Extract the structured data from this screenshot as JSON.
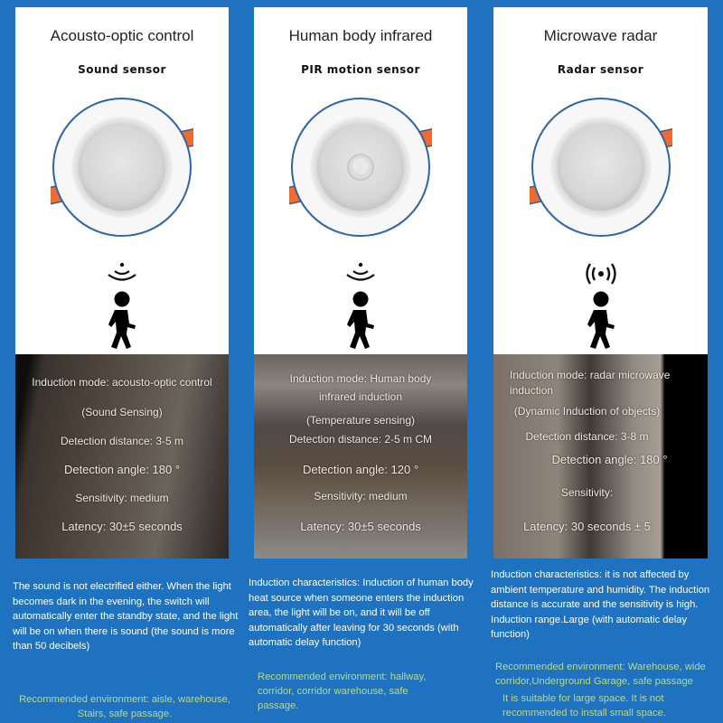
{
  "colors": {
    "background": "#1f72bf",
    "card": "#ffffff",
    "tab_orange": "#f26a2e",
    "recommend_text": "#b9d98a"
  },
  "columns": [
    {
      "title": "Acousto-optic control",
      "subtitle": "Sound sensor",
      "signal_icon": "sound-wave-icon",
      "person_icon": "walking-person-icon",
      "specs": [
        "Induction mode: acousto-optic control",
        "(Sound Sensing)",
        "Detection distance: 3-5 m",
        "Detection angle: 180 °",
        "Sensitivity: medium",
        "Latency: 30±5 seconds"
      ],
      "description": "The sound is not electrified either. When the light becomes dark in the evening, the switch will automatically enter the standby state, and the light will be on when there is sound (the sound is more than 50 decibels)",
      "recommended": "Recommended environment: aisle, warehouse, Stairs, safe passage."
    },
    {
      "title": "Human body infrared",
      "subtitle": "PIR motion sensor",
      "signal_icon": "infrared-wave-icon",
      "person_icon": "walking-person-icon",
      "specs": [
        "Induction mode: Human body",
        "infrared induction",
        "(Temperature sensing)",
        "Detection distance: 2-5 m CM",
        "Detection angle: 120 °",
        "Sensitivity: medium",
        "Latency: 30±5 seconds"
      ],
      "description": "Induction characteristics: Induction of human body heat source when someone enters the induction area, the light will be on, and it will be off automatically after leaving for 30 seconds (with automatic delay function)",
      "recommended": "Recommended environment: hallway, corridor, corridor warehouse, safe passage."
    },
    {
      "title": "Microwave radar",
      "subtitle": "Radar sensor",
      "signal_icon": "radar-broadcast-icon",
      "person_icon": "walking-person-icon",
      "specs": [
        "Induction mode: radar microwave",
        "induction",
        "(Dynamic Induction of objects)",
        "Detection distance: 3-8 m",
        "Detection angle: 180 °",
        "Sensitivity:",
        "Latency: 30 seconds ± 5"
      ],
      "description": "Induction characteristics: it is not affected by ambient temperature and humidity. The induction distance is accurate and the sensitivity is high. Induction range.Large (with automatic delay function)",
      "recommended": "Recommended environment: Warehouse, wide corridor,Underground Garage, safe passage",
      "note": "It is suitable for large space. It is not recommended to install small space."
    }
  ]
}
